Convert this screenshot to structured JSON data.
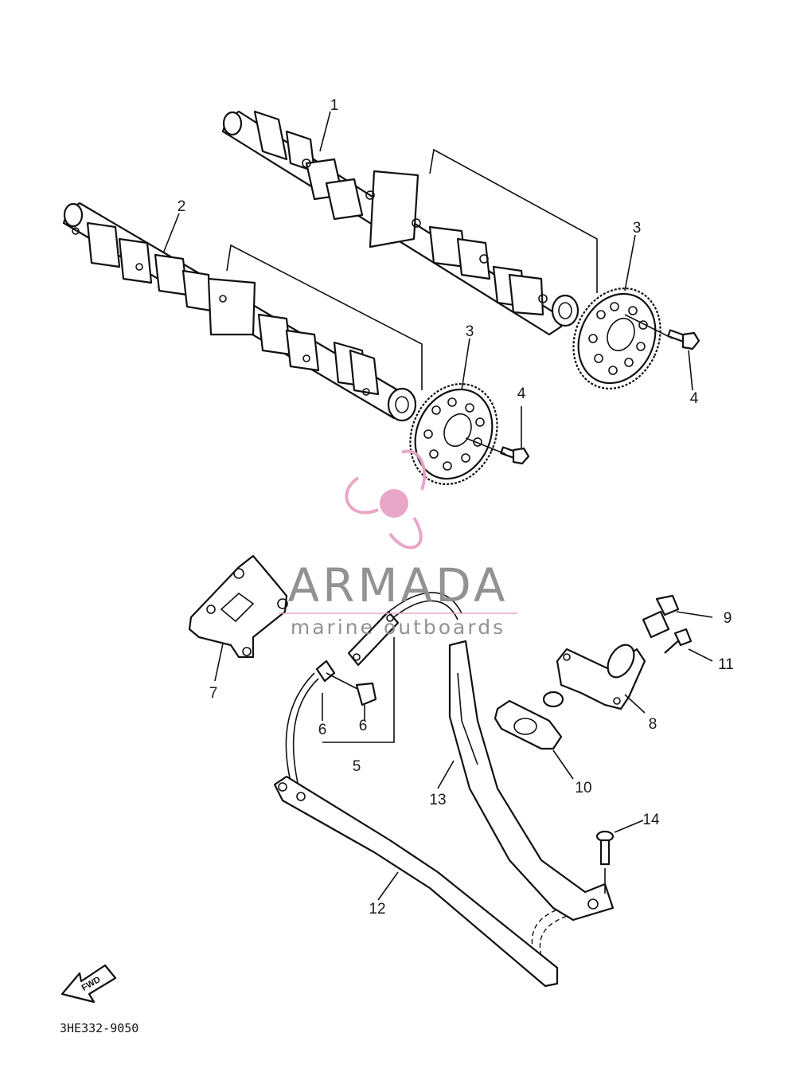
{
  "diagram": {
    "callouts": {
      "n1": "1",
      "n2": "2",
      "n3a": "3",
      "n3b": "3",
      "n4a": "4",
      "n4b": "4",
      "n5": "5",
      "n6a": "6",
      "n6b": "6",
      "n7": "7",
      "n8": "8",
      "n9": "9",
      "n10": "10",
      "n11": "11",
      "n12": "12",
      "n13": "13",
      "n14": "14"
    },
    "part_code": "3HE332-9050",
    "fwd_label": "FWD"
  },
  "watermark": {
    "brand": "ARMADA",
    "tagline": "marine outboards",
    "logo_color": "#e8a3c6",
    "text_color": "#8d8d8d"
  },
  "icons": [
    "camshaft-1",
    "camshaft-2",
    "sprocket",
    "bolt",
    "camshaft-cap",
    "timing-chain",
    "chain-joint",
    "cam-chain-tensioner",
    "tensioner-gasket",
    "chain-guide",
    "fwd-arrow-icon",
    "propeller-logo-icon"
  ]
}
